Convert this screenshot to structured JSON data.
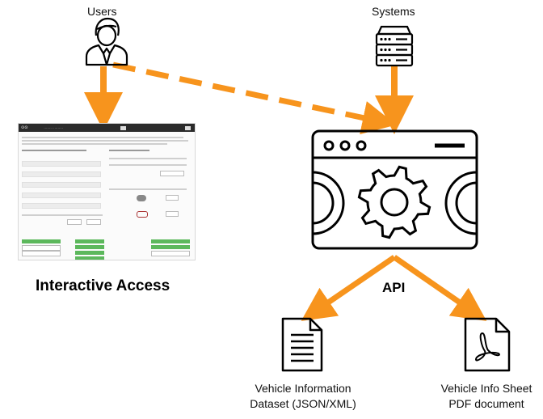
{
  "nodes": {
    "users": "Users",
    "systems": "Systems",
    "interactive": "Interactive Access",
    "api": "API",
    "dataset_line1": "Vehicle Information",
    "dataset_line2": "Dataset (JSON/XML)",
    "pdf_line1": "Vehicle Info Sheet",
    "pdf_line2": "PDF document"
  },
  "colors": {
    "arrow": "#f7941d",
    "line": "#000000"
  },
  "icons": [
    "user-icon",
    "server-icon",
    "browser-gear-icon",
    "document-icon",
    "pdf-icon"
  ]
}
